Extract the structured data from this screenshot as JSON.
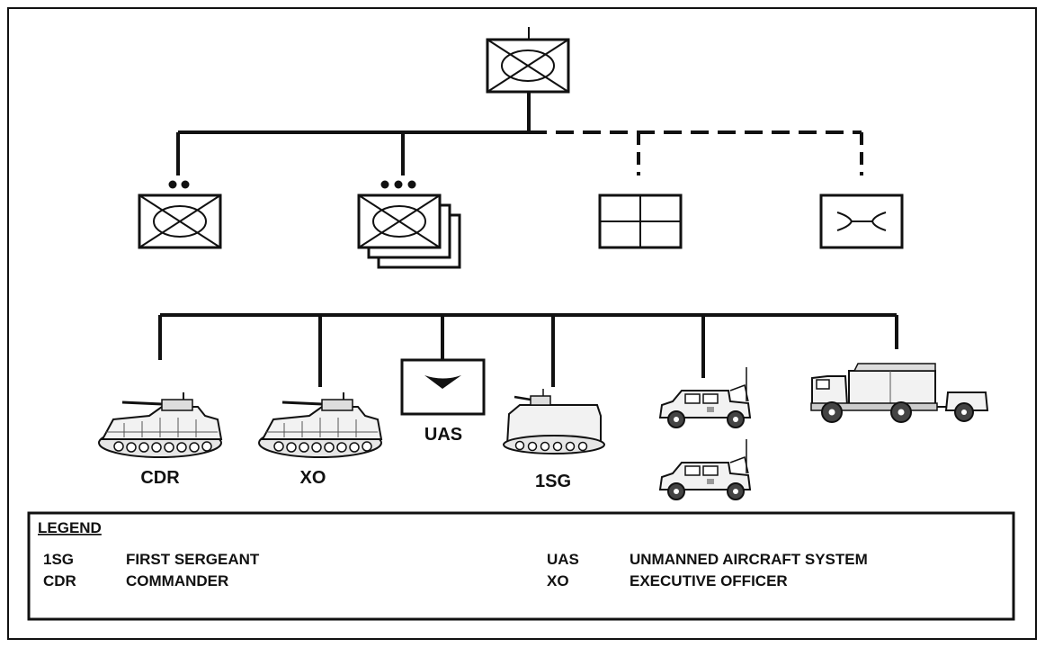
{
  "diagram": {
    "labels": {
      "cdr": "CDR",
      "xo": "XO",
      "uas": "UAS",
      "first_sgt": "1SG"
    }
  },
  "legend": {
    "title": "LEGEND",
    "entries": [
      {
        "abbr": "1SG",
        "meaning": "FIRST SERGEANT"
      },
      {
        "abbr": "CDR",
        "meaning": "COMMANDER"
      },
      {
        "abbr": "UAS",
        "meaning": "UNMANNED AIRCRAFT SYSTEM"
      },
      {
        "abbr": "XO",
        "meaning": "EXECUTIVE OFFICER"
      }
    ]
  },
  "colors": {
    "line": "#111111",
    "background": "#ffffff",
    "vehicle_fill": "#f2f2f2"
  },
  "icons": [
    "mech-infantry-company-symbol",
    "mech-infantry-section-symbol",
    "mech-infantry-platoon-stack-symbol",
    "headquarters-symbol",
    "engineer-symbol",
    "uas-symbol",
    "bradley-ifv-icon",
    "m113-apc-icon",
    "humvee-icon",
    "cargo-truck-trailer-icon"
  ]
}
